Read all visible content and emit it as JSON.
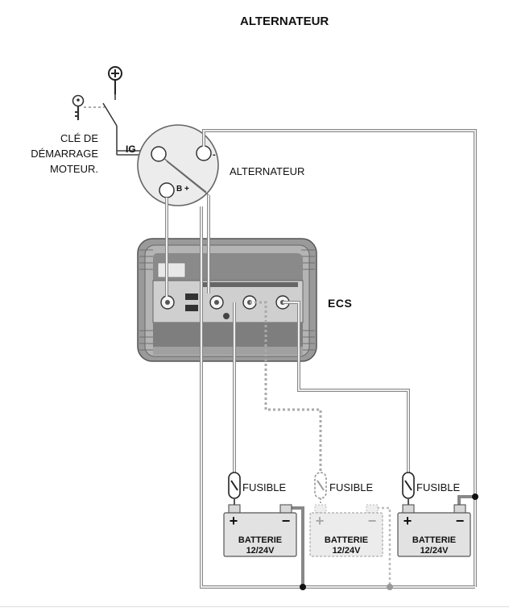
{
  "title": "ALTERNATEUR",
  "key_label": [
    "CLÉ DE",
    "DÉMARRAGE",
    "MOTEUR."
  ],
  "alternator": {
    "label": "ALTERNATEUR",
    "terminal_ig": "IG",
    "terminal_minus": "-",
    "terminal_bplus": "B +"
  },
  "device_label": "ECS",
  "fuses": [
    {
      "label": "FUSIBLE"
    },
    {
      "label": "FUSIBLE"
    },
    {
      "label": "FUSIBLE"
    }
  ],
  "batteries": [
    {
      "name": "BATTERIE",
      "voltage": "12/24V",
      "plus": "+",
      "minus": "−",
      "optional": false
    },
    {
      "name": "BATTERIE",
      "voltage": "12/24V",
      "plus": "+",
      "minus": "−",
      "optional": true
    },
    {
      "name": "BATTERIE",
      "voltage": "12/24V",
      "plus": "+",
      "minus": "−",
      "optional": false
    }
  ],
  "colors": {
    "wire": "#8a8a8a",
    "wire_fill": "#e6e6e6",
    "battery_fill": "#e2e2e2",
    "optional": "#b8b8b8"
  }
}
